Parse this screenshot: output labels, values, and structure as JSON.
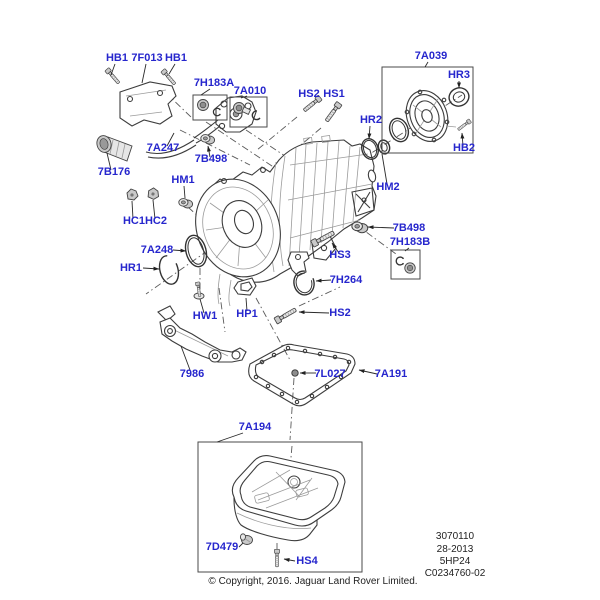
{
  "callouts": {
    "hb1_a": "HB1",
    "f7013": "7F013",
    "hb1_b": "HB1",
    "h7183a": "7H183A",
    "a7010": "7A010",
    "hs2_top": "HS2",
    "hs1": "HS1",
    "a7039": "7A039",
    "hr3": "HR3",
    "hr2": "HR2",
    "hb2": "HB2",
    "hm2": "HM2",
    "a7247": "7A247",
    "b7498_top": "7B498",
    "b7176": "7B176",
    "hm1": "HM1",
    "hc1": "HC1",
    "hc2": "HC2",
    "a7248": "7A248",
    "hr1": "HR1",
    "b7498_r": "7B498",
    "h7183b": "7H183B",
    "hs3": "HS3",
    "h7264": "7H264",
    "hw1": "HW1",
    "hp1": "HP1",
    "hs2_low": "HS2",
    "p7986": "7986",
    "l7027": "7L027",
    "a7191": "7A191",
    "a7194": "7A194",
    "d7479": "7D479",
    "hs4": "HS4"
  },
  "info_block": {
    "line1": "3070110",
    "line2": "28-2013",
    "line3": "5HP24",
    "line4": "C0234760-02"
  },
  "footer": {
    "copyright": "© Copyright, 2016. Jaguar Land Rover Limited."
  },
  "colors": {
    "callout_blue": "#2626cd",
    "line_dark": "#3d3d3d",
    "line_light": "#9b9b9b"
  }
}
